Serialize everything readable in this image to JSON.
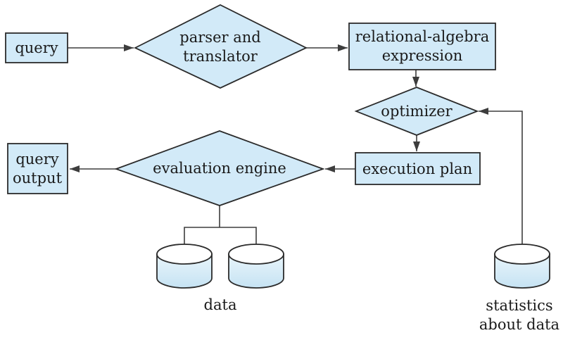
{
  "colors": {
    "background": "#ffffff",
    "shape_fill": "#d2eaf8",
    "shape_border": "#2b2b2b",
    "connector": "#3d3d3d",
    "cylinder_top_fill": "#ffffff",
    "cylinder_body_top": "#e9f5fb",
    "cylinder_body_bottom": "#c6e3f3",
    "text": "#1a1a1a"
  },
  "nodes": {
    "query": {
      "label": "query"
    },
    "parser_translator": {
      "line1": "parser and",
      "line2": "translator"
    },
    "relational_algebra_expression": {
      "line1": "relational-algebra",
      "line2": "expression"
    },
    "optimizer": {
      "label": "optimizer"
    },
    "execution_plan": {
      "label": "execution plan"
    },
    "evaluation_engine": {
      "label": "evaluation engine"
    },
    "query_output": {
      "line1": "query",
      "line2": "output"
    },
    "data_store": {
      "label": "data"
    },
    "statistics_store": {
      "line1": "statistics",
      "line2": "about data"
    }
  }
}
